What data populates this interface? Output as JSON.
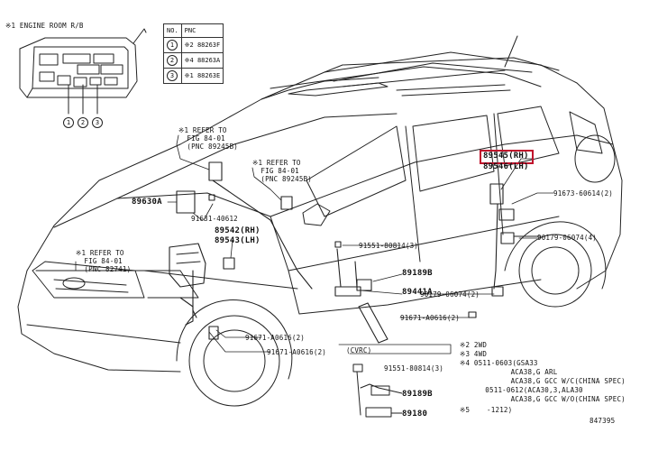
{
  "engine_room": {
    "title": "※1 ENGINE ROOM R/B",
    "callouts": [
      "1",
      "2",
      "3"
    ]
  },
  "legend": {
    "headers": [
      "NO.",
      "PNC"
    ],
    "rows": [
      {
        "no": "1",
        "pnc": "※2 88263F"
      },
      {
        "no": "2",
        "pnc": "※4 88263A"
      },
      {
        "no": "3",
        "pnc": "※1 88263E"
      }
    ]
  },
  "refs": {
    "r1": "※1 REFER TO\n  FIG 84-01\n  (PNC 89245B)",
    "r2": "※1 REFER TO\n  FIG 84-01\n  (PNC 89245B)",
    "r3": "※1 REFER TO\n  FIG 84-01\n  (PNC 82741)"
  },
  "parts": {
    "p89545": "89545(RH)",
    "p89546": "89546(LH)",
    "p91673": "91673-60614(2)",
    "p90179a": "90179-06074(4)",
    "p89630": "89630A",
    "p91631": "91631-40612",
    "p89542": "89542(RH)",
    "p89543": "89543(LH)",
    "p91551": "91551-80814(3)",
    "p89189": "89189B",
    "p89441": "89441A",
    "p90179b": "90179-06074(2)",
    "p91671a": "91671-A0616(2)",
    "p91671b": "91671-A0616(2)",
    "p91671c": "91671-A0616(2)"
  },
  "inset": {
    "title": "(CVRC)",
    "parts": [
      "91551-80814(3)",
      "89189B",
      "89180"
    ]
  },
  "notes": [
    "※2 2WD",
    "※3 4WD",
    "※4 0511-0603(GSA33",
    "            ACA38,G ARL",
    "            ACA38,G GCC W/C(CHINA SPEC)",
    "      0511-0612(ACA30,3,ALA30",
    "            ACA38,G GCC W/O(CHINA SPEC)",
    "※5    -1212)"
  ],
  "figure_id": "847395"
}
